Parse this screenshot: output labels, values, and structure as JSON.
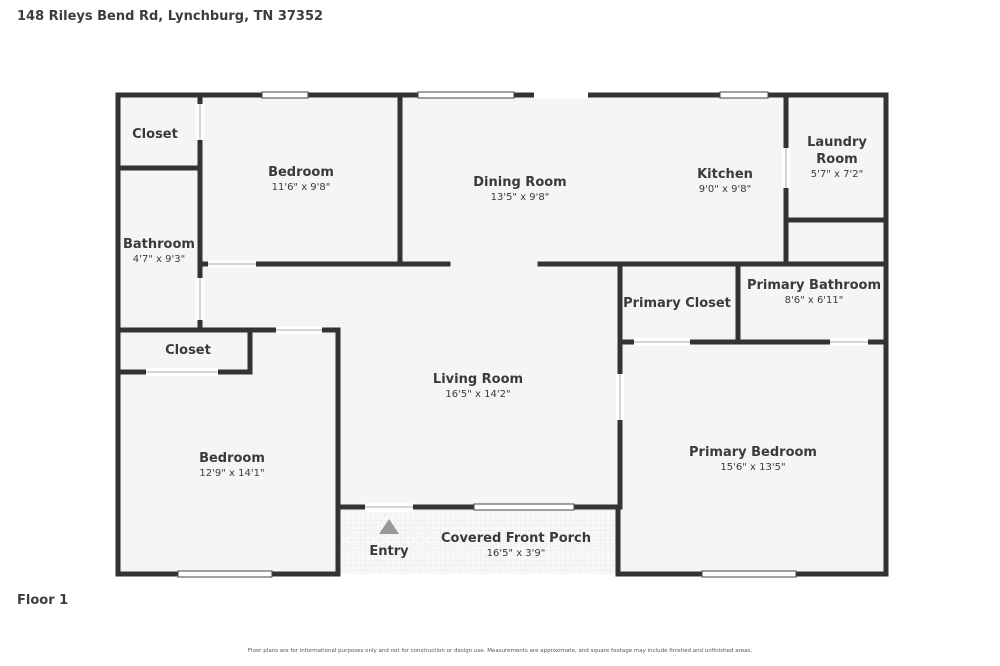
{
  "header": {
    "address": "148 Rileys Bend Rd, Lynchburg, TN 37352"
  },
  "floor": {
    "label": "Floor 1"
  },
  "footer": {
    "disclaimer": "Floor plans are for informational purposes only and not for construction or design use. Measurements are approximate, and square footage may include finished and unfinished areas."
  },
  "colors": {
    "wall": "#333333",
    "floor": "#f5f5f5",
    "window": "#ffffff",
    "porch": "#f9f9f9",
    "text": "#3a3a3a"
  },
  "rooms": {
    "closet_top_left": {
      "name": "Closet"
    },
    "bedroom_1": {
      "name": "Bedroom",
      "dims": "11'6\" x 9'8\""
    },
    "dining_room": {
      "name": "Dining Room",
      "dims": "13'5\" x 9'8\""
    },
    "kitchen": {
      "name": "Kitchen",
      "dims": "9'0\" x 9'8\""
    },
    "laundry_room": {
      "name_line1": "Laundry",
      "name_line2": "Room",
      "dims": "5'7\" x 7'2\""
    },
    "bathroom": {
      "name": "Bathroom",
      "dims": "4'7\" x 9'3\""
    },
    "primary_closet": {
      "name": "Primary Closet"
    },
    "primary_bathroom": {
      "name": "Primary Bathroom",
      "dims": "8'6\" x 6'11\""
    },
    "closet_left": {
      "name": "Closet"
    },
    "living_room": {
      "name": "Living Room",
      "dims": "16'5\" x 14'2\""
    },
    "bedroom_2": {
      "name": "Bedroom",
      "dims": "12'9\" x 14'1\""
    },
    "primary_bedroom": {
      "name": "Primary Bedroom",
      "dims": "15'6\" x 13'5\""
    },
    "covered_front_porch": {
      "name": "Covered Front Porch",
      "dims": "16'5\" x 3'9\""
    },
    "entry": {
      "name": "Entry"
    }
  },
  "icons": {
    "entry_marker": "entry-arrow-icon"
  }
}
